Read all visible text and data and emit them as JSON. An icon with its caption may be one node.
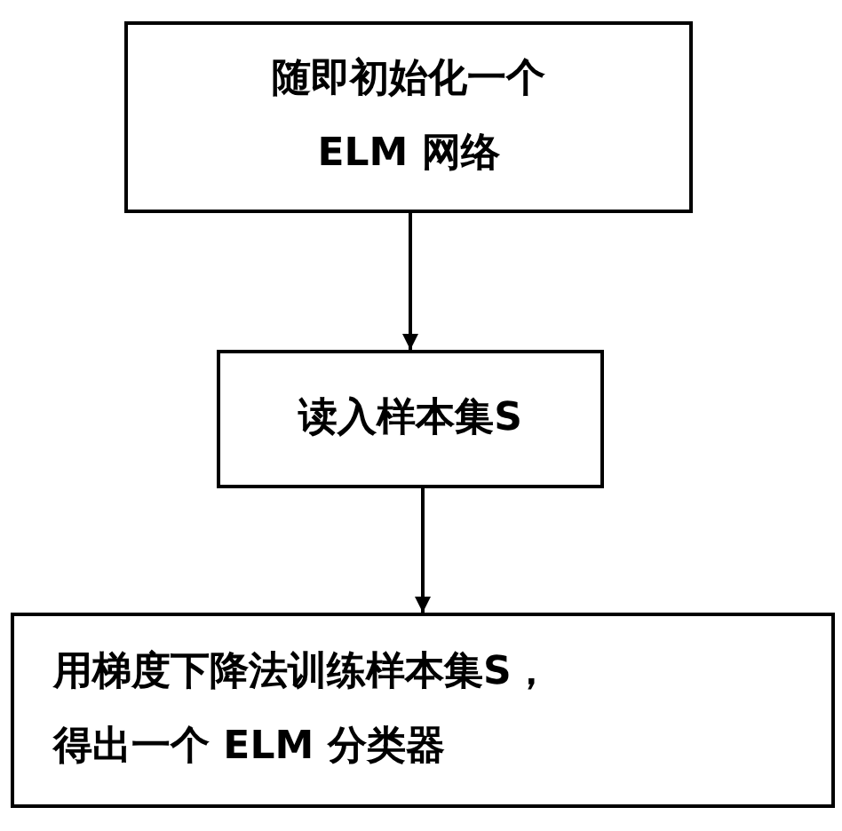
{
  "diagram": {
    "nodes": [
      {
        "text": [
          "随即初始化一个ELM 网络"
        ]
      },
      {
        "text": [
          "读入样本集S"
        ]
      },
      {
        "text": [
          "用梯度下降法训练样本集S，得出一个 ELM 分类器"
        ]
      }
    ],
    "edges": [
      {
        "from": 0,
        "to": 1,
        "arrow": "to"
      },
      {
        "from": 1,
        "to": 2,
        "arrow": "to"
      }
    ]
  }
}
